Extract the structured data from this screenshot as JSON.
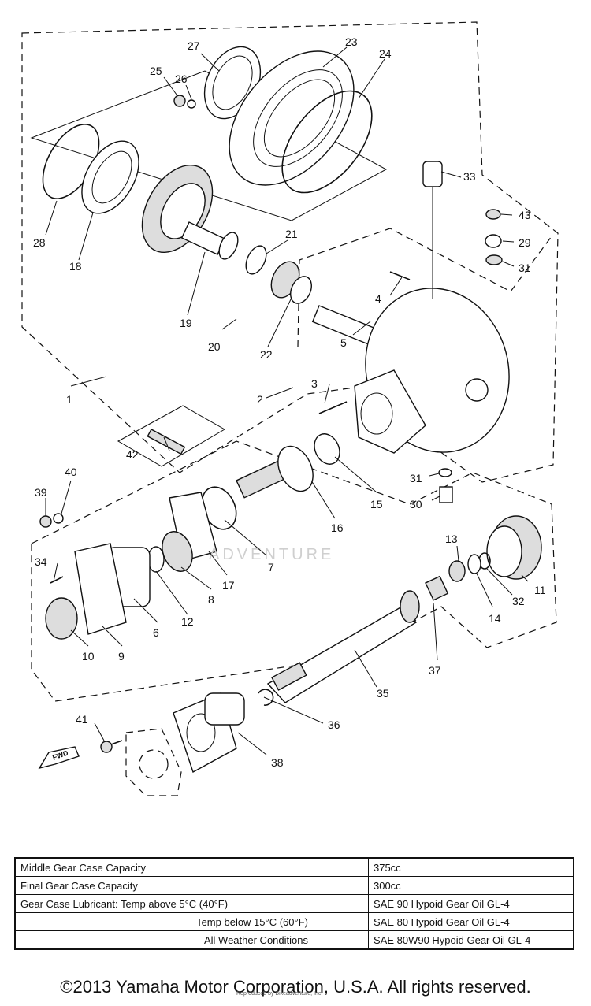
{
  "diagram": {
    "callouts": [
      "1",
      "2",
      "3",
      "4",
      "5",
      "6",
      "7",
      "8",
      "9",
      "10",
      "11",
      "12",
      "13",
      "14",
      "15",
      "16",
      "17",
      "18",
      "19",
      "20",
      "21",
      "22",
      "23",
      "24",
      "25",
      "26",
      "27",
      "28",
      "29",
      "30",
      "31",
      "31",
      "32",
      "33",
      "34",
      "35",
      "36",
      "37",
      "38",
      "39",
      "40",
      "41",
      "42",
      "43"
    ],
    "fwd_label": "FWD",
    "watermark": "ADVENTURE"
  },
  "spec_table": {
    "rows": [
      {
        "label": "Middle Gear Case Capacity",
        "value": "375cc"
      },
      {
        "label": "Final Gear Case Capacity",
        "value": "300cc"
      },
      {
        "label": "Gear Case Lubricant: Temp above 5°C (40°F)",
        "value": "SAE 90 Hypoid Gear Oil GL-4"
      },
      {
        "label": "Temp below 15°C (60°F)",
        "value": "SAE 80 Hypoid Gear Oil GL-4"
      },
      {
        "label": "All Weather Conditions",
        "value": "SAE 80W90 Hypoid Gear Oil GL-4"
      }
    ]
  },
  "footer": {
    "copyright": "©2013 Yamaha Motor Corporation, U.S.A. All rights reserved.",
    "small_print": "Reproduced by Bikeadventure, Inc."
  }
}
